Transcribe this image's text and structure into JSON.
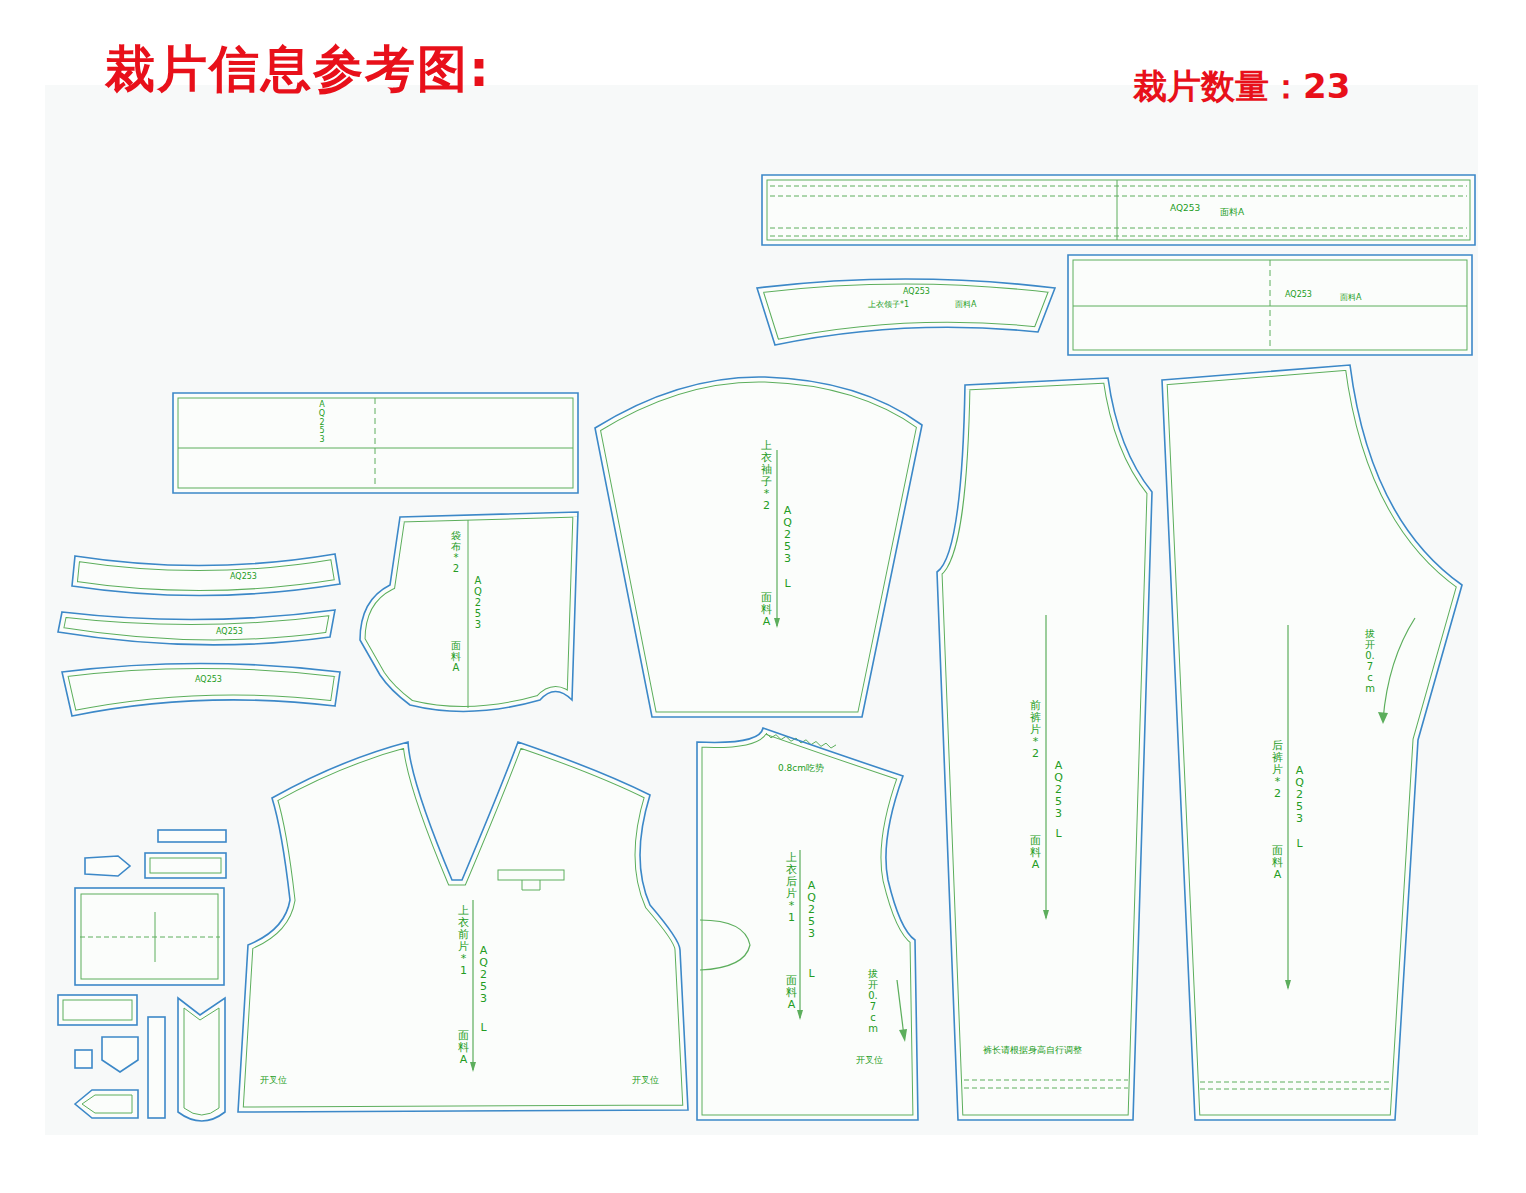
{
  "diagram": {
    "title": "裁片信息参考图:",
    "nodes": [
      {
        "text": [
          "AQ253",
          "面料A"
        ]
      },
      {
        "text": [
          "AQ253",
          "上衣领子*1",
          "面料A"
        ]
      },
      {
        "text": [
          "AQ253",
          "面料A"
        ]
      },
      {
        "text": [
          "AQ253"
        ]
      },
      {
        "text": [
          "上衣袖子*2",
          "AQ253",
          "L",
          "面料A"
        ]
      },
      {
        "text": [
          "前裤片*2",
          "AQ253",
          "L",
          "面料A",
          "裤长请根据身高自行调整"
        ]
      },
      {
        "text": [
          "拔开0.7cm",
          "后裤片*2",
          "AQ253",
          "L",
          "面料A"
        ]
      },
      {
        "text": [
          "AQ253"
        ]
      },
      {
        "text": [
          "AQ253"
        ]
      },
      {
        "text": [
          "AQ253"
        ]
      },
      {
        "text": [
          "袋布*2",
          "AQ253",
          "面料A"
        ]
      },
      {
        "text": [
          "上衣前片*1",
          "AQ253",
          "L",
          "面料A",
          "开叉位",
          "开叉位"
        ]
      },
      {
        "text": [
          "0.8cm吃势",
          "上衣后片*1",
          "AQ253",
          "L",
          "面料A",
          "拔开0.7cm",
          "开叉位"
        ]
      }
    ],
    "labels": [
      "裁片数量：23"
    ]
  }
}
